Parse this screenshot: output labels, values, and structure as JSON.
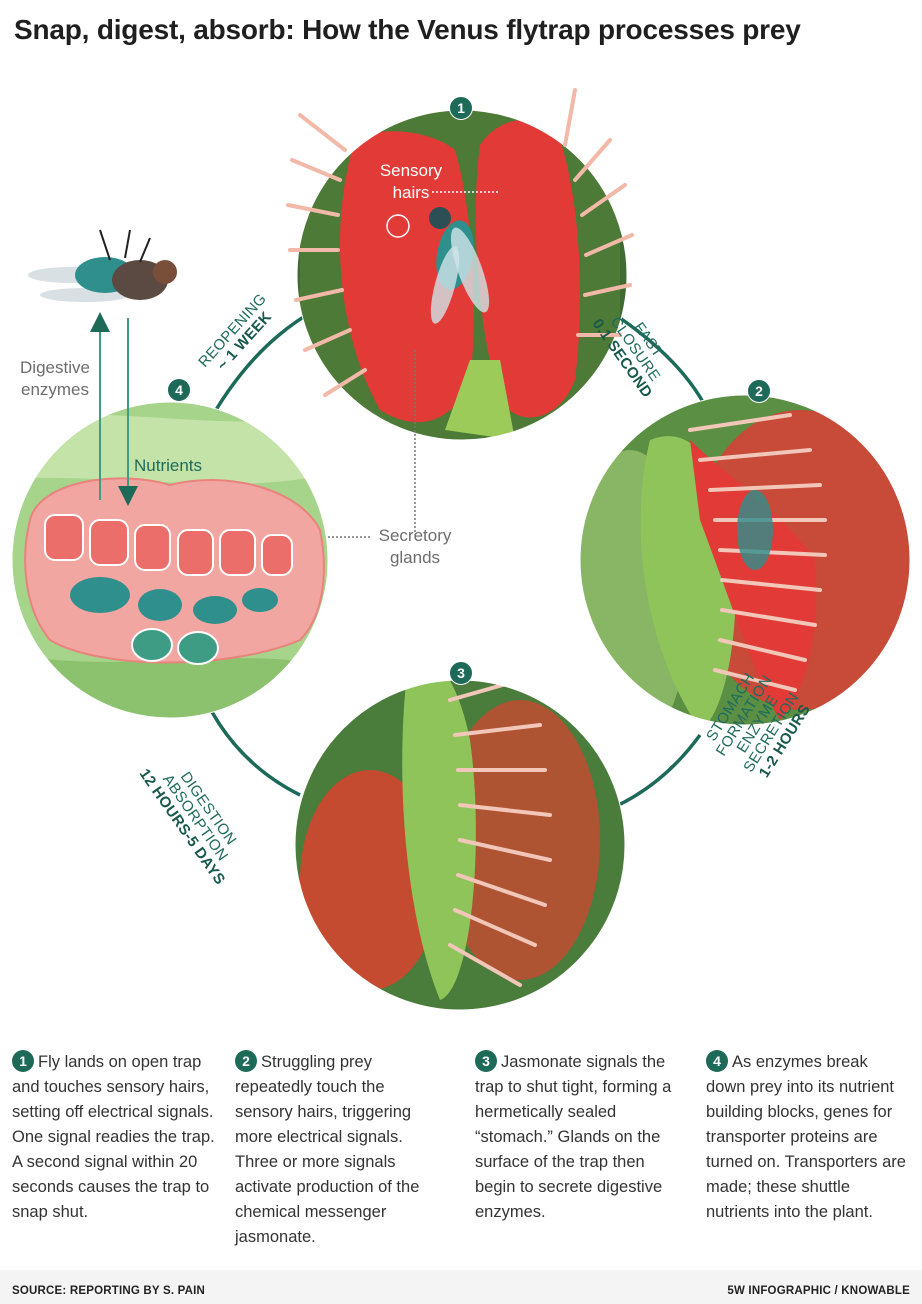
{
  "title": "Snap, digest, absorb: How the Venus flytrap processes prey",
  "stages": {
    "s1": {
      "number": "1",
      "line1": "Fast",
      "line2": "closure",
      "time": "0.1 second"
    },
    "s2": {
      "number": "2",
      "line1": "Stomach",
      "line2": "formation",
      "line3": "Enzyme",
      "line4": "secretion",
      "time": "1-2 hours"
    },
    "s3": {
      "number": "3",
      "line1": "Digestion",
      "line2": "absorption",
      "time": "12 hours-5 days"
    },
    "s4": {
      "number": "4",
      "line1": "Reopening",
      "time": "~ 1 week"
    }
  },
  "labels": {
    "sensory_hairs_1": "Sensory",
    "sensory_hairs_2": "hairs",
    "secretory_glands_1": "Secretory",
    "secretory_glands_2": "glands",
    "digestive_enzymes_1": "Digestive",
    "digestive_enzymes_2": "enzymes",
    "nutrients": "Nutrients"
  },
  "steps": [
    {
      "number": "1",
      "text": "Fly lands on open trap and touches sensory hairs, setting off electrical signals. One signal readies the trap. A second signal within 20 seconds causes the trap to snap shut."
    },
    {
      "number": "2",
      "text": "Struggling prey repeatedly touch the sensory hairs, triggering more electrical signals. Three or more signals activate production of the chemical messenger jasmonate."
    },
    {
      "number": "3",
      "text": "Jasmonate signals the trap to shut tight, forming a hermetically sealed “stomach.” Glands on the surface of the trap then begin to secrete digestive enzymes."
    },
    {
      "number": "4",
      "text": "As enzymes break down prey into its nutrient building blocks, genes for transporter proteins are turned on. Transporters are made; these shuttle nutrients into the plant."
    }
  ],
  "footer": {
    "source": "SOURCE: REPORTING BY S. PAIN",
    "credit": "5W INFOGRAPHIC / KNOWABLE"
  },
  "colors": {
    "accent": "#1d6a59",
    "trap_red": "#e23a36",
    "leaf_green": "#8fc45a",
    "dark_green": "#3f6b33"
  }
}
